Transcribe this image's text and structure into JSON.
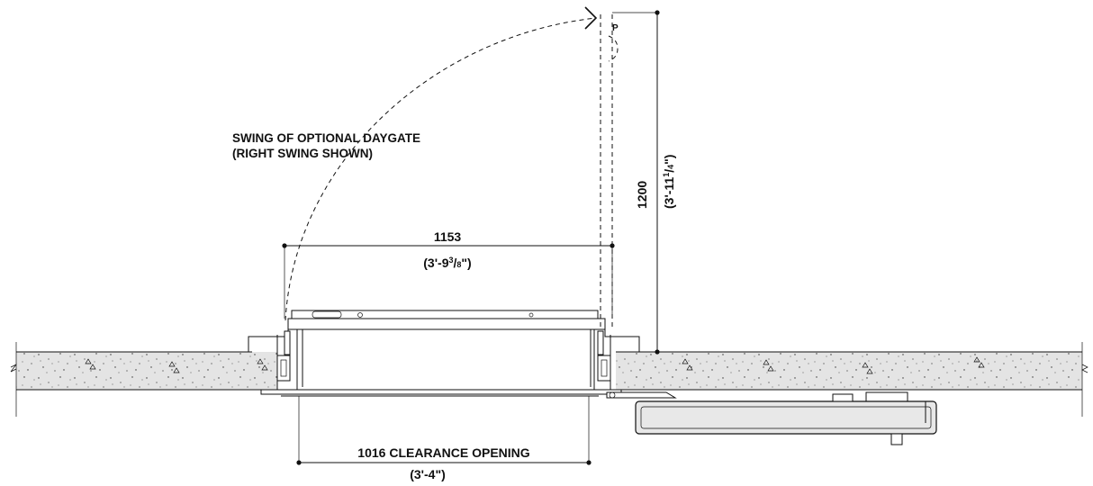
{
  "colors": {
    "line": "#111111",
    "slab_fill": "#e4e4e4",
    "background": "#ffffff"
  },
  "annotations": {
    "swing_note_line1": "SWING OF OPTIONAL DAYGATE",
    "swing_note_line2": "(RIGHT SWING SHOWN)"
  },
  "dimensions": {
    "vertical": {
      "metric": "1200",
      "imperial_main": "(3'-11",
      "imperial_num": "1",
      "imperial_den": "4",
      "imperial_tail": "\")"
    },
    "horizontal_top": {
      "metric": "1153",
      "imperial_main": "(3'-9",
      "imperial_num": "3",
      "imperial_den": "8",
      "imperial_tail": "\")"
    },
    "clearance": {
      "label": "1016 CLEARANCE OPENING",
      "imperial": "(3'-4\")"
    }
  }
}
